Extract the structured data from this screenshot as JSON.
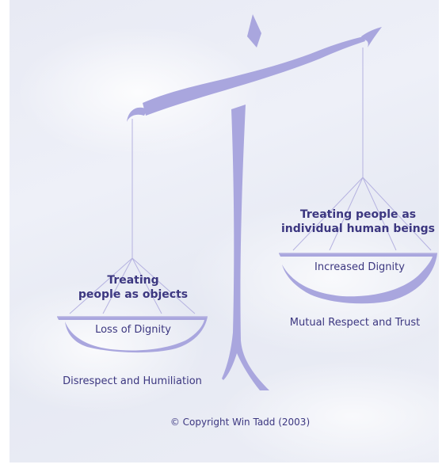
{
  "left_pan": {
    "heading_line1": "Treating",
    "heading_line2": "people as objects",
    "label": "Loss of Dignity",
    "caption": "Disrespect and Humiliation"
  },
  "right_pan": {
    "heading_line1": "Treating people as",
    "heading_line2": "individual human beings",
    "label": "Increased Dignity",
    "caption": "Mutual Respect and Trust"
  },
  "copyright": "© Copyright Win Tadd (2003)",
  "colors": {
    "scale": "#a9a6de",
    "text": "#3c3780",
    "background": "#eceef6"
  }
}
